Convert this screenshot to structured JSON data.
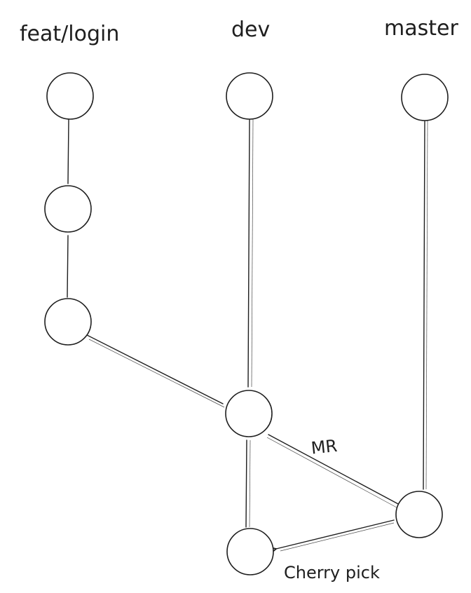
{
  "branches": {
    "feat_login": "feat/login",
    "dev": "dev",
    "master": "master"
  },
  "edge_labels": {
    "merge_request": "MR",
    "cherry_pick": "Cherry pick"
  },
  "colors": {
    "ink": "#1e1e1e",
    "background": "#ffffff"
  }
}
